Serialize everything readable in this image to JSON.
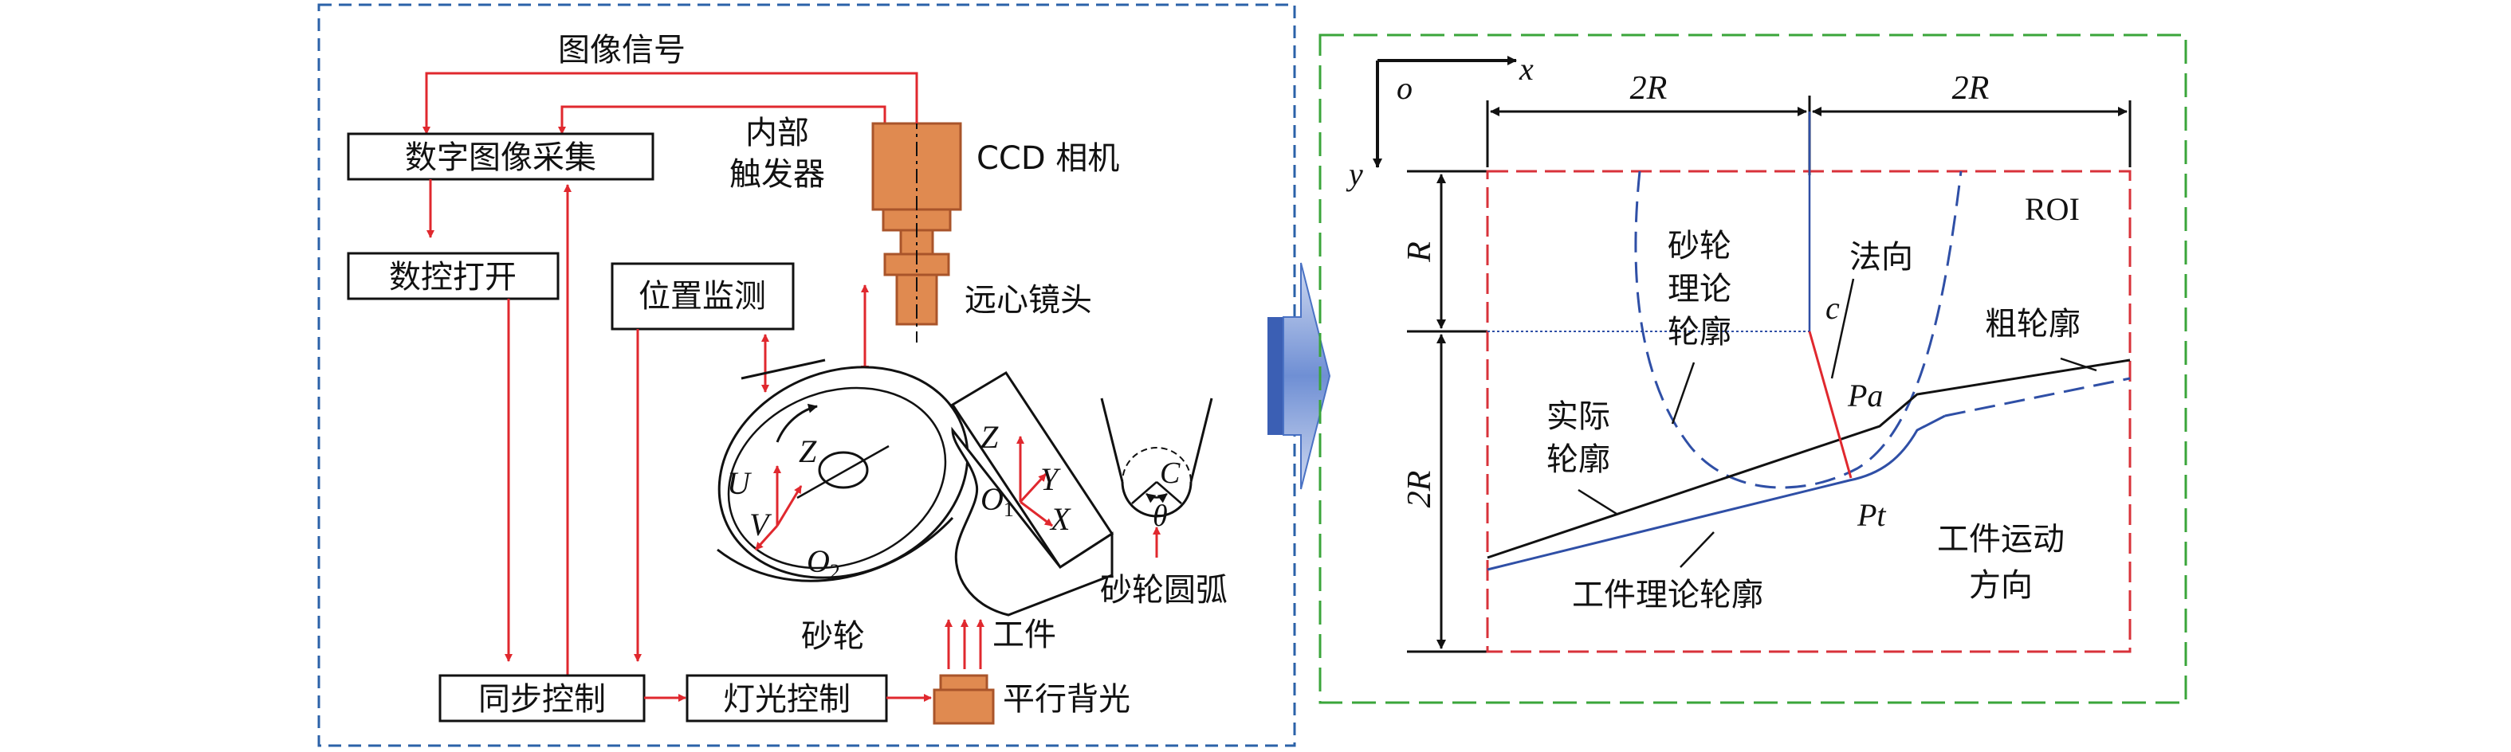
{
  "colors": {
    "frame_left": "#2b62a8",
    "frame_right": "#3aa53a",
    "signal_red": "#e0282e",
    "roi_red": "#d8323a",
    "blue_curve": "#2f4fa6",
    "camera_fill": "#e08a50",
    "camera_stroke": "#a9542a",
    "arrow_blue": "#4a72c4"
  },
  "left": {
    "image_signal": "图像信号",
    "acquisition": "数字图像采集",
    "internal_trigger_1": "内部",
    "internal_trigger_2": "触发器",
    "camera": "CCD 相机",
    "cnc_open": "数控打开",
    "position_monitor": "位置监测",
    "telecentric_lens": "远心镜头",
    "grinding_wheel": "砂轮",
    "wheel_arc": "砂轮圆弧",
    "workpiece": "工件",
    "sync_control": "同步控制",
    "light_control": "灯光控制",
    "parallel_backlight": "平行背光",
    "axis_U": "U",
    "axis_V": "V",
    "axis_Z": "Z",
    "origin_O": "O",
    "origin_O2_sub": "2",
    "origin_O1_sub": "1",
    "axis_Y": "Y",
    "axis_X": "X",
    "axis_Z2": "Z",
    "arc_C": "C",
    "arc_theta": "θ"
  },
  "right": {
    "axis_o": "o",
    "axis_x": "x",
    "axis_y": "y",
    "dim_2R_left": "2R",
    "dim_2R_right": "2R",
    "dim_R": "R",
    "dim_2R_vertical": "2R",
    "roi": "ROI",
    "wheel_theory_1": "砂轮",
    "wheel_theory_2": "理论",
    "wheel_theory_3": "轮廓",
    "normal": "法向",
    "c_label": "c",
    "pa_label": "Pa",
    "rough_contour": "粗轮廓",
    "actual_1": "实际",
    "actual_2": "轮廓",
    "pt_label": "Pt",
    "work_motion_1": "工件运动",
    "work_motion_2": "方向",
    "workpiece_theory": "工件理论轮廓"
  }
}
